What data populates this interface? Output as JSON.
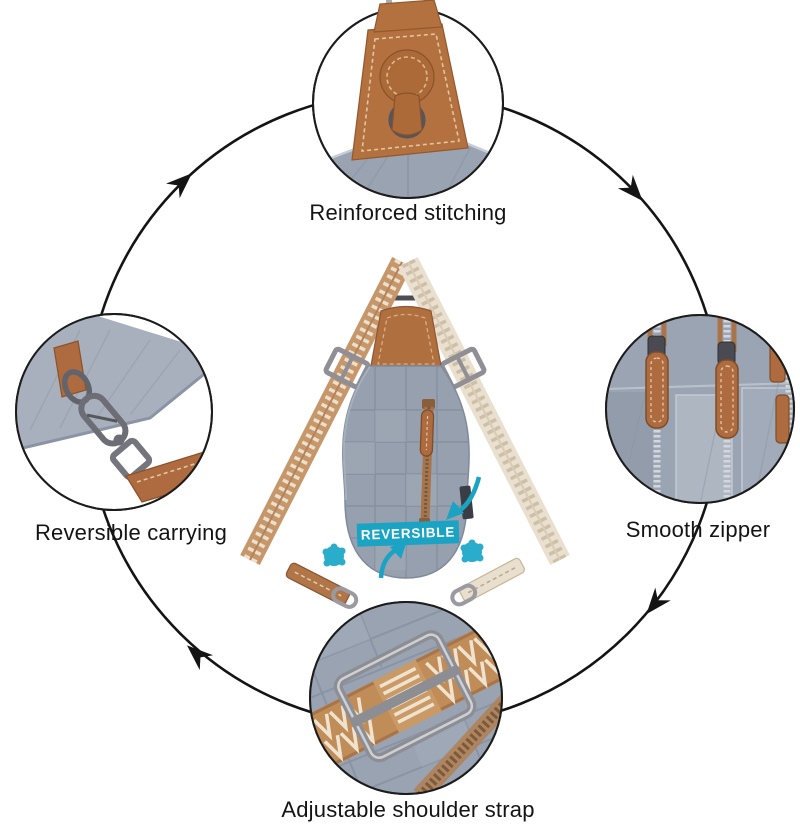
{
  "diagram": {
    "badge": {
      "text": "REVERSIBLE"
    },
    "features": [
      {
        "id": "reinforced-stitching",
        "label": "Reinforced stitching",
        "position": "top"
      },
      {
        "id": "smooth-zipper",
        "label": "Smooth zipper",
        "position": "right"
      },
      {
        "id": "adjustable-shoulder-strap",
        "label": "Adjustable shoulder strap",
        "position": "bottom"
      },
      {
        "id": "reversible-carrying",
        "label": "Reversible carrying",
        "position": "left"
      }
    ],
    "flow": {
      "shape": "circle",
      "direction": "clockwise",
      "arrow_count": 4
    }
  },
  "colors": {
    "outline_black": "#141414",
    "accent_teal": "#1ba3c4",
    "leather_brown": "#ad6b3f",
    "fabric_gray": "#99a2b1",
    "strap_tan": "#c6976a",
    "strap_cream": "#eae0d0",
    "metal_silver": "#9a9aa0",
    "metal_gunmetal": "#55555c"
  }
}
